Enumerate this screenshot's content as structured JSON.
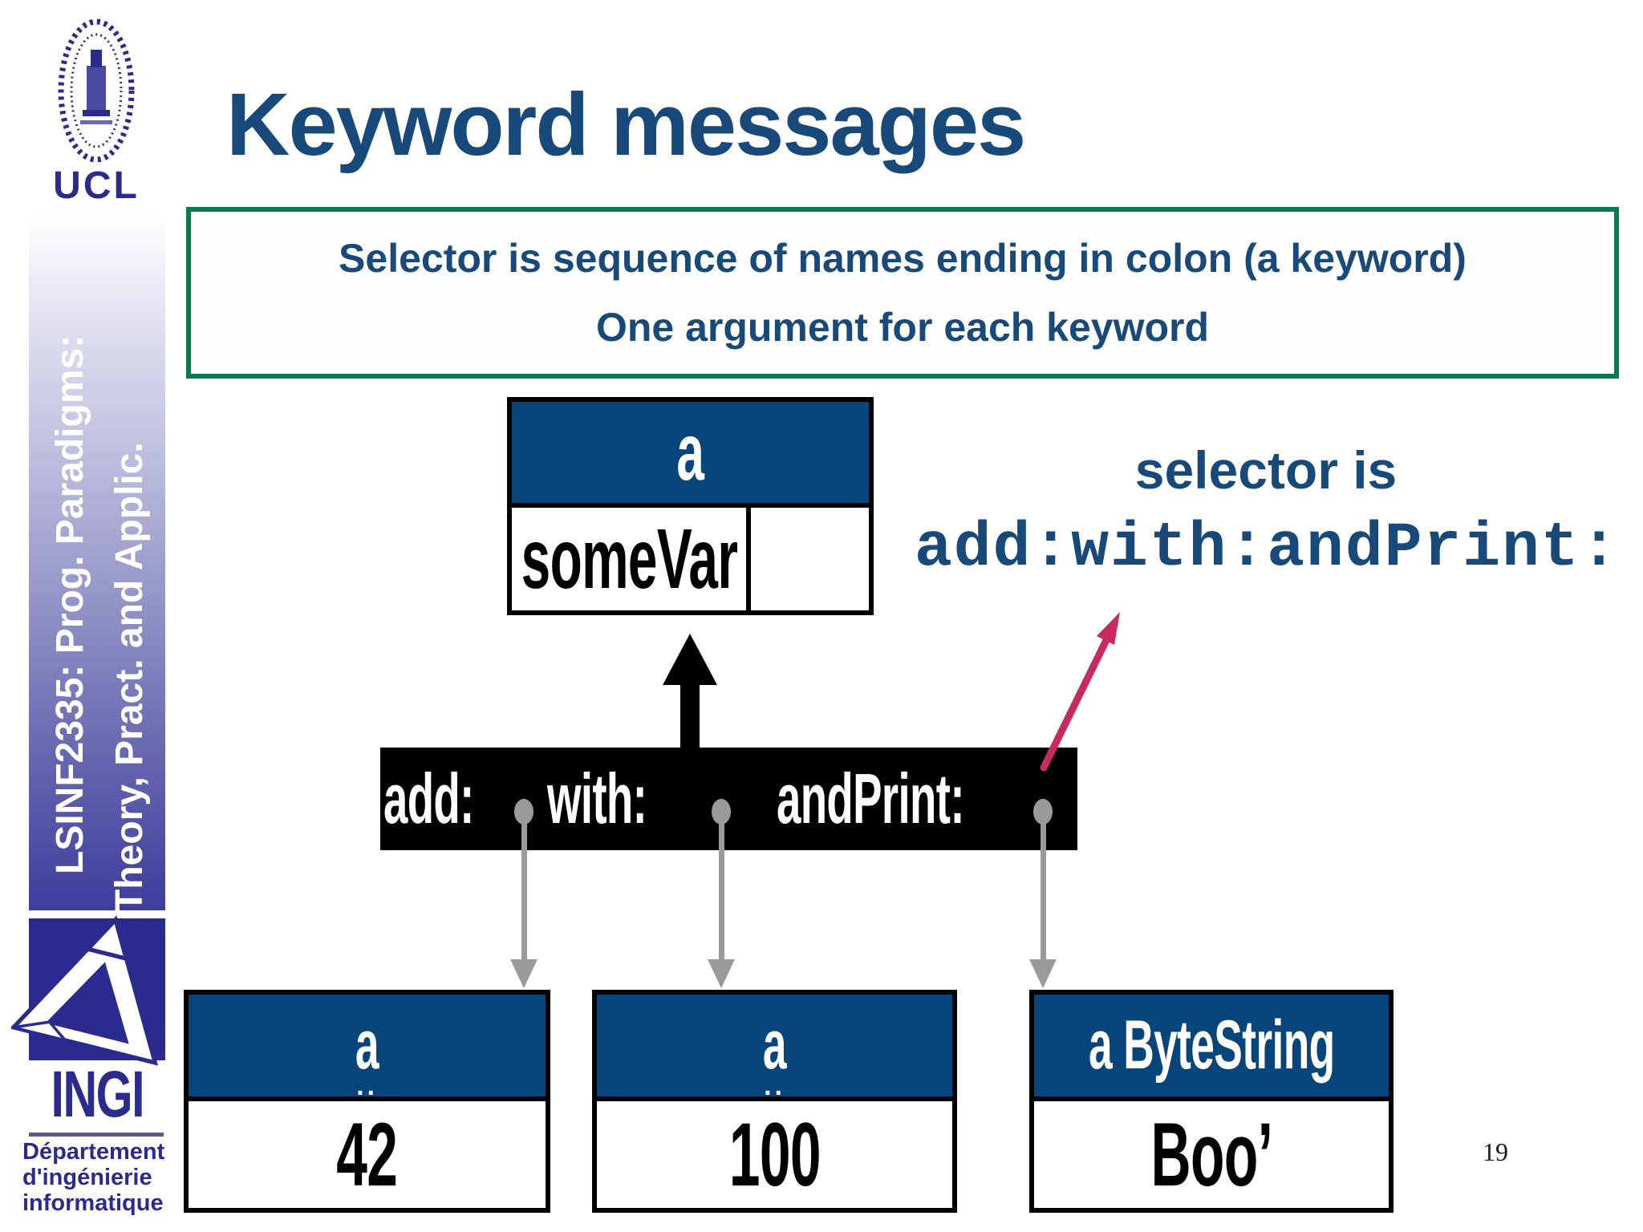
{
  "slide": {
    "title": "Keyword messages",
    "page_number": "19",
    "colors": {
      "text_blue": "#17497b",
      "header_blue": "#07457a",
      "green_border": "#097a4b",
      "pink_arrow": "#c8295e",
      "connector_gray": "#9a9a9a",
      "logo_navy": "#2b2b8f"
    }
  },
  "sidebar": {
    "ucl_label": "UCL",
    "course_line1": "LSINF2335: Prog. Paradigms:",
    "course_line2": "Theory, Pract. and Applic.",
    "ingi_label": "INGI",
    "dept_lines": [
      "Département",
      "d'ingénierie",
      "informatique"
    ],
    "icons": {
      "ucl_seal": "ucl-seal-icon",
      "penrose": "penrose-triangle-icon"
    }
  },
  "callout": {
    "line1": "Selector is sequence of names ending in colon (a keyword)",
    "line2": "One argument for each keyword"
  },
  "diagram": {
    "receiver": {
      "header": "a",
      "slot_value": "someVar",
      "empty_slot": ""
    },
    "message": {
      "keywords": [
        "add:",
        "with:",
        "andPrint:"
      ]
    },
    "selector_caption": "selector is",
    "selector_code": "add:with:andPrint:",
    "args": [
      {
        "header": "a",
        "value": "42",
        "artifact": "··"
      },
      {
        "header": "a",
        "value": "100",
        "artifact": "··"
      },
      {
        "header": "a ByteString",
        "value": "Boo’",
        "artifact": ""
      }
    ]
  }
}
